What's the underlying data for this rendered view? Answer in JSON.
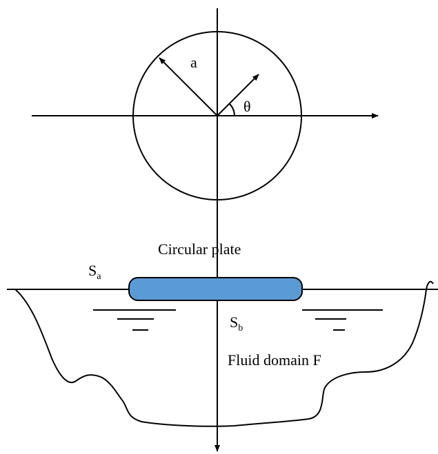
{
  "labels": {
    "radius": "a",
    "angle": "θ",
    "plate": "Circular plate",
    "surface_a_main": "S",
    "surface_a_sub": "a",
    "surface_b_main": "S",
    "surface_b_sub": "b",
    "fluid_domain": "Fluid domain F"
  },
  "colors": {
    "plate_fill": "#5b9bd5",
    "plate_stroke": "#000000",
    "line": "#000000",
    "background": "#ffffff"
  }
}
